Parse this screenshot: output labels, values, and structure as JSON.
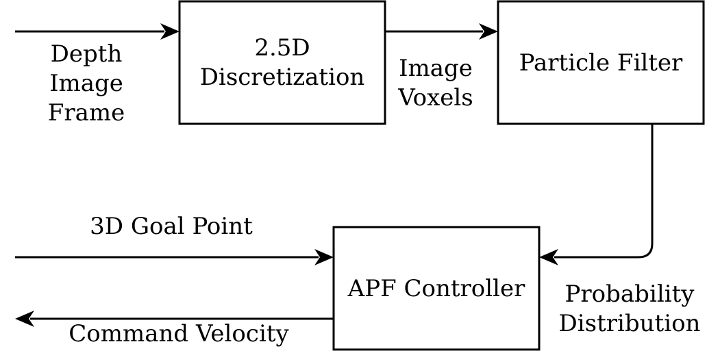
{
  "diagram": {
    "nodes": {
      "discretization": {
        "lines": [
          "2.5D",
          "Discretization"
        ]
      },
      "particle_filter": {
        "lines": [
          "Particle Filter"
        ]
      },
      "apf_controller": {
        "lines": [
          "APF Controller"
        ]
      }
    },
    "edges": {
      "depth_input": {
        "lines": [
          "Depth",
          "Image",
          "Frame"
        ]
      },
      "voxels": {
        "lines": [
          "Image",
          "Voxels"
        ]
      },
      "probability": {
        "lines": [
          "Probability",
          "Distribution"
        ]
      },
      "goal_input": {
        "lines": [
          "3D Goal Point"
        ]
      },
      "velocity_output": {
        "lines": [
          "Command Velocity"
        ]
      }
    }
  }
}
